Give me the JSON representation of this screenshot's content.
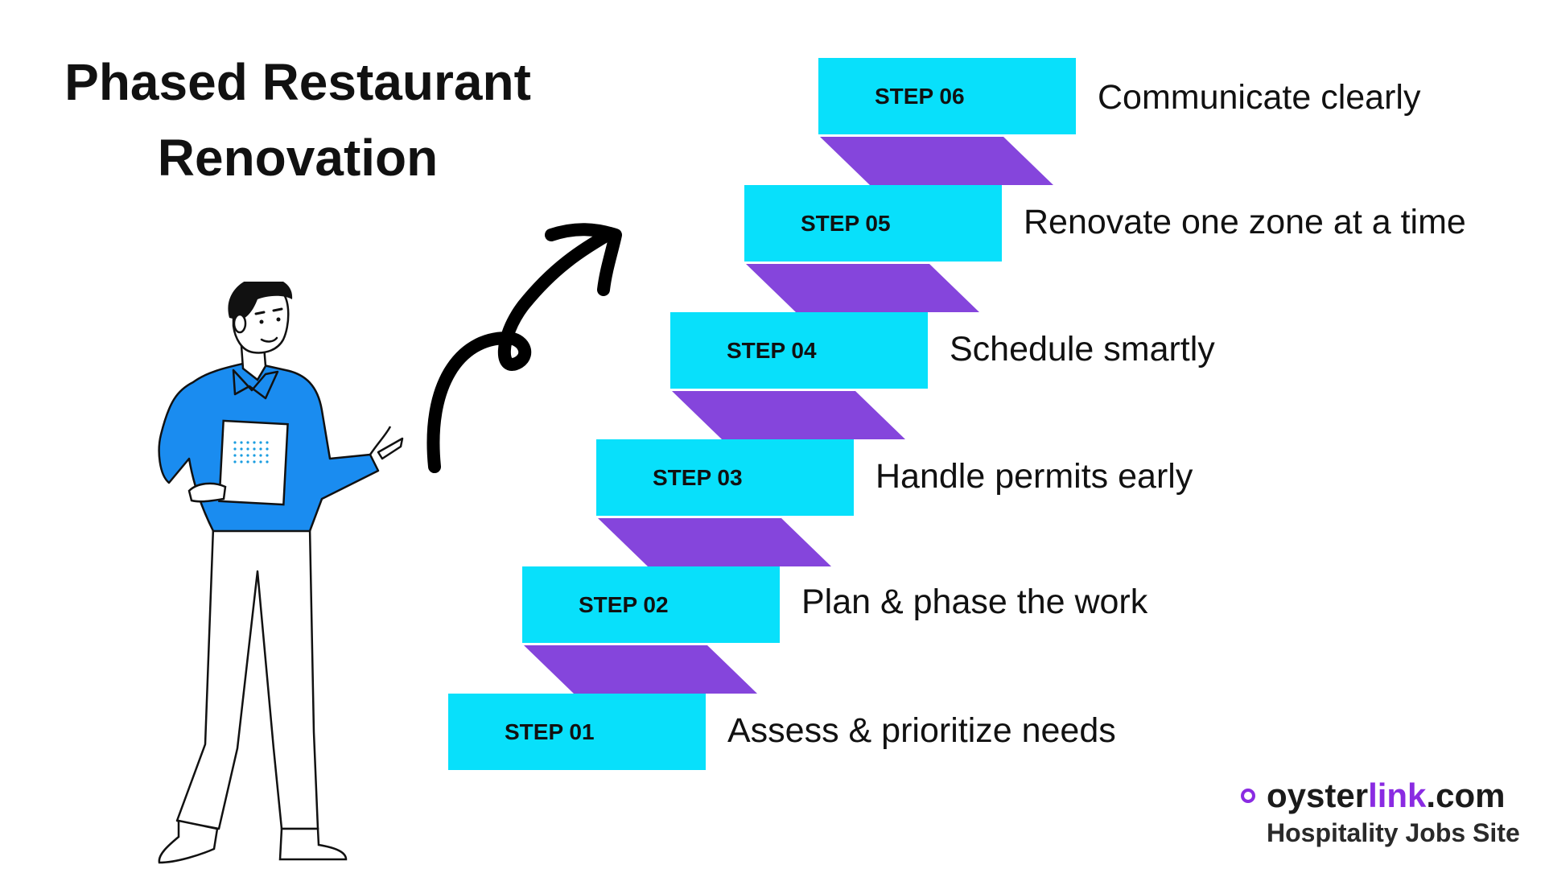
{
  "title": {
    "line1": "Phased Restaurant",
    "line2": "Renovation"
  },
  "colors": {
    "step_box": "#08e0fb",
    "connector": "#8545dc",
    "person_shirt": "#1a8cf0",
    "logo_accent": "#8a2be2"
  },
  "steps": [
    {
      "label": "STEP 01",
      "text": "Assess & prioritize needs"
    },
    {
      "label": "STEP 02",
      "text": "Plan & phase the work"
    },
    {
      "label": "STEP 03",
      "text": "Handle permits early"
    },
    {
      "label": "STEP 04",
      "text": "Schedule smartly"
    },
    {
      "label": "STEP 05",
      "text": "Renovate one zone at a time"
    },
    {
      "label": "STEP 06",
      "text": "Communicate clearly"
    }
  ],
  "logo": {
    "brand_prefix": "oyster",
    "brand_accent": "link",
    "brand_suffix": ".com",
    "tagline": "Hospitality Jobs Site"
  },
  "icons": {
    "arrow": "curved-arrow-icon",
    "person": "presenter-illustration",
    "logo_mark": "oysterlink-logo-icon"
  }
}
